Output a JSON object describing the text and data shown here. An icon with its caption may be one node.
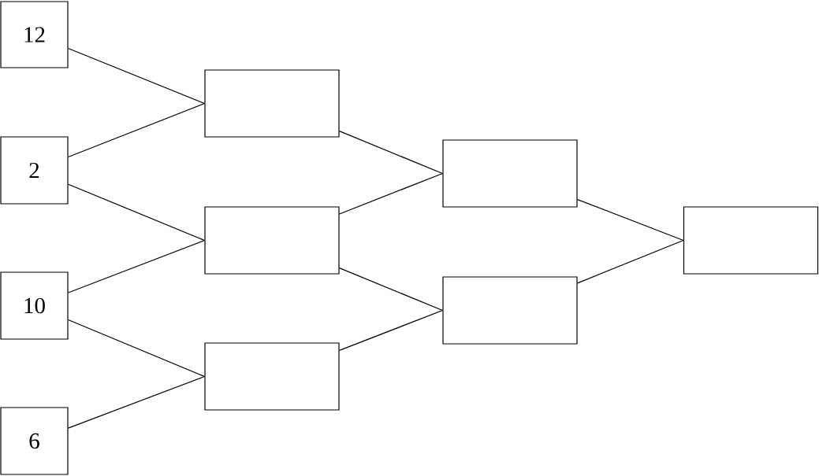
{
  "diagram": {
    "nodes": [
      {
        "text": [
          "12"
        ]
      },
      {
        "text": [
          "2"
        ]
      },
      {
        "text": [
          "10"
        ]
      },
      {
        "text": [
          "6"
        ]
      },
      {
        "text": [],
        "shape": "box"
      },
      {
        "text": [],
        "shape": "box"
      },
      {
        "text": [],
        "shape": "box"
      },
      {
        "text": [],
        "shape": "box"
      },
      {
        "text": [],
        "shape": "box"
      },
      {
        "text": [],
        "shape": "box"
      }
    ],
    "edges": [
      {
        "from": 0,
        "to": 4,
        "arrow": "none"
      },
      {
        "from": 1,
        "to": 4,
        "arrow": "none"
      },
      {
        "from": 1,
        "to": 5,
        "arrow": "none"
      },
      {
        "from": 2,
        "to": 5,
        "arrow": "none"
      },
      {
        "from": 2,
        "to": 6,
        "arrow": "none"
      },
      {
        "from": 3,
        "to": 6,
        "arrow": "none"
      },
      {
        "from": 4,
        "to": 7,
        "arrow": "none"
      },
      {
        "from": 5,
        "to": 7,
        "arrow": "none"
      },
      {
        "from": 5,
        "to": 8,
        "arrow": "none"
      },
      {
        "from": 6,
        "to": 8,
        "arrow": "none"
      },
      {
        "from": 7,
        "to": 9,
        "arrow": "none"
      },
      {
        "from": 8,
        "to": 9,
        "arrow": "none"
      }
    ]
  }
}
